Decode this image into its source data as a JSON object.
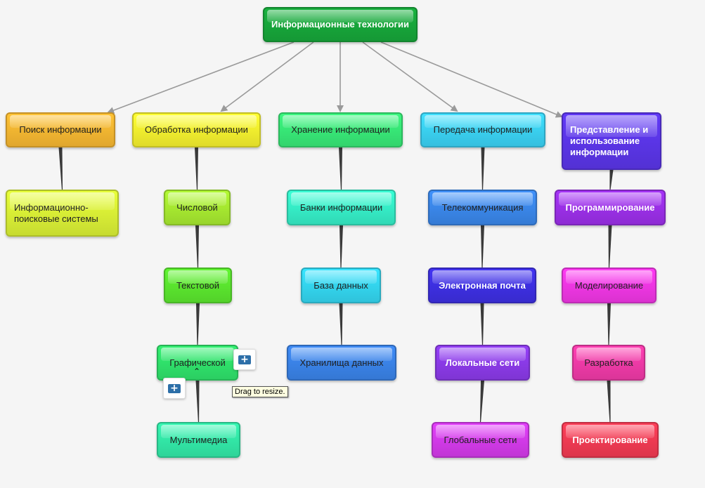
{
  "diagram": {
    "root": {
      "label": "Информационные технологии",
      "color": "#17a53a"
    },
    "branches": [
      {
        "label": "Поиск информации",
        "color": "#f5b531",
        "children": [
          {
            "label": "Информационно-поисковые системы",
            "color": "#d8ee35"
          }
        ]
      },
      {
        "label": "Обработка информации",
        "color": "#f3ee2e",
        "children": [
          {
            "label": "Числовой",
            "color": "#a6e830"
          },
          {
            "label": "Текстовой",
            "color": "#5ae42e"
          },
          {
            "label": "Графической",
            "color": "#2fe06a"
          },
          {
            "label": "Мультимедиа",
            "color": "#32e6a6"
          }
        ]
      },
      {
        "label": "Хранение информации",
        "color": "#37e676",
        "children": [
          {
            "label": "Банки информации",
            "color": "#35ecc6"
          },
          {
            "label": "База данных",
            "color": "#33d4ee"
          },
          {
            "label": "Хранилища данных",
            "color": "#3a82e6"
          }
        ]
      },
      {
        "label": "Передача информации",
        "color": "#3ad0f2",
        "children": [
          {
            "label": "Телекоммуникация",
            "color": "#3a86e8"
          },
          {
            "label": "Электронная почта",
            "color": "#3d2fe0"
          },
          {
            "label": "Локальные сети",
            "color": "#8a3ae6"
          },
          {
            "label": "Глобальные сети",
            "color": "#d23ae8"
          }
        ]
      },
      {
        "label": "Представление и использование информации",
        "color": "#5a35e6",
        "children": [
          {
            "label": "Программирование",
            "color": "#9a2fe6"
          },
          {
            "label": "Моделирование",
            "color": "#ee36e2"
          },
          {
            "label": "Разработка",
            "color": "#ee3aa6"
          },
          {
            "label": "Проектирование",
            "color": "#f03a52"
          }
        ]
      }
    ]
  },
  "tooltip": "Drag to resize.",
  "icons": {
    "add": "plus-icon",
    "collapse": "chevron-up-icon"
  },
  "colors": {
    "arrow": "#9a9a9a",
    "connector": "#3a3a3a"
  }
}
